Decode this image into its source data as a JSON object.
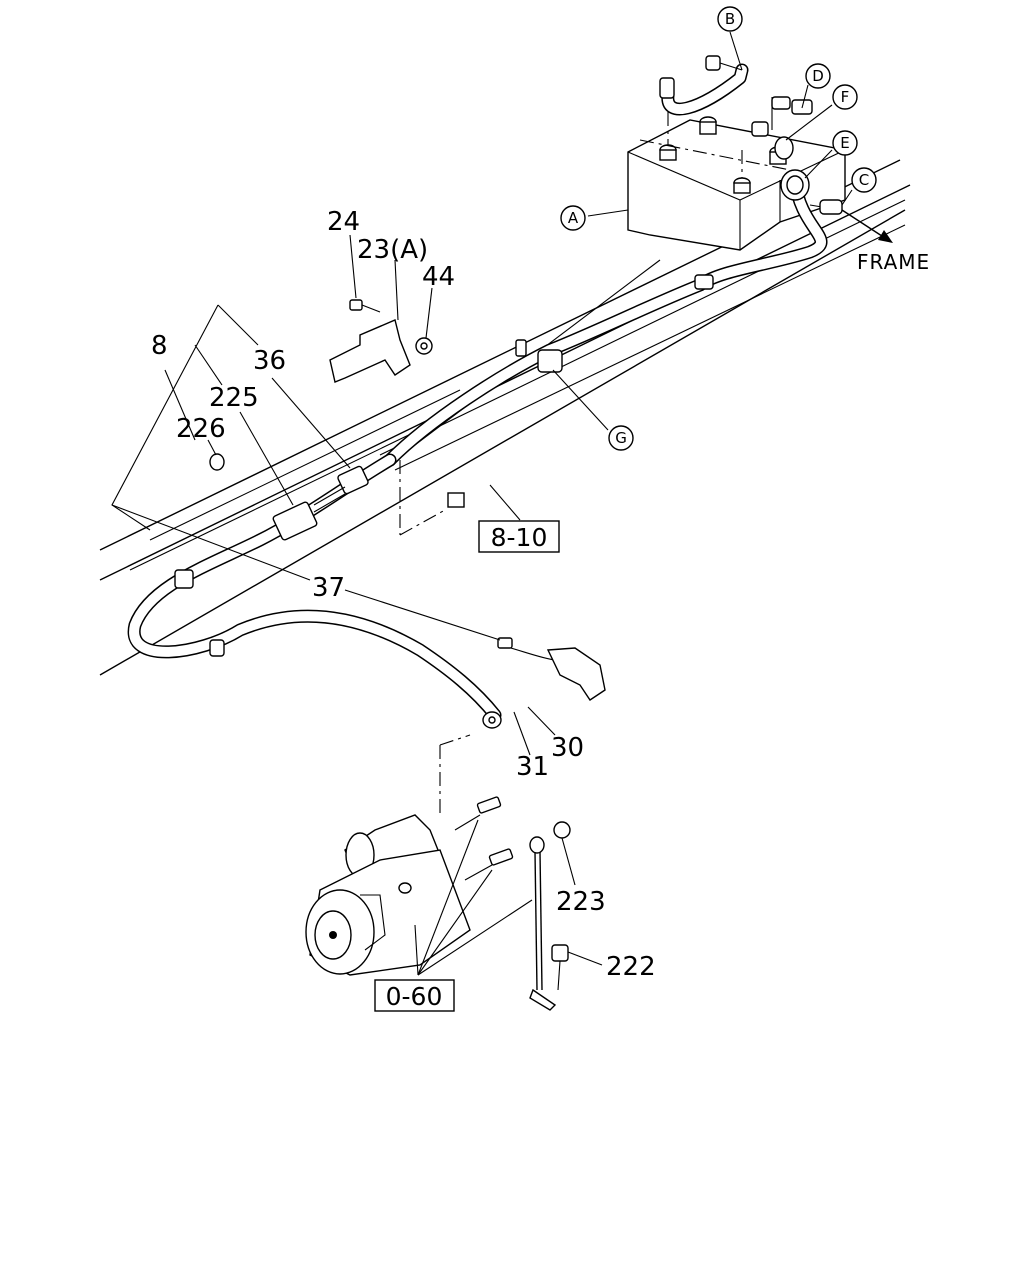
{
  "callouts": {
    "c24": "24",
    "c23a": "23(A)",
    "c44": "44",
    "c8": "8",
    "c36": "36",
    "c225": "225",
    "c226": "226",
    "c37": "37",
    "c30": "30",
    "c31": "31",
    "c223": "223",
    "c222": "222"
  },
  "circled": {
    "a": "A",
    "b": "B",
    "c": "C",
    "d": "D",
    "e": "E",
    "f": "F",
    "g": "G"
  },
  "frame_label": "FRAME",
  "refs": {
    "r810": "8-10",
    "r060": "0-60"
  }
}
